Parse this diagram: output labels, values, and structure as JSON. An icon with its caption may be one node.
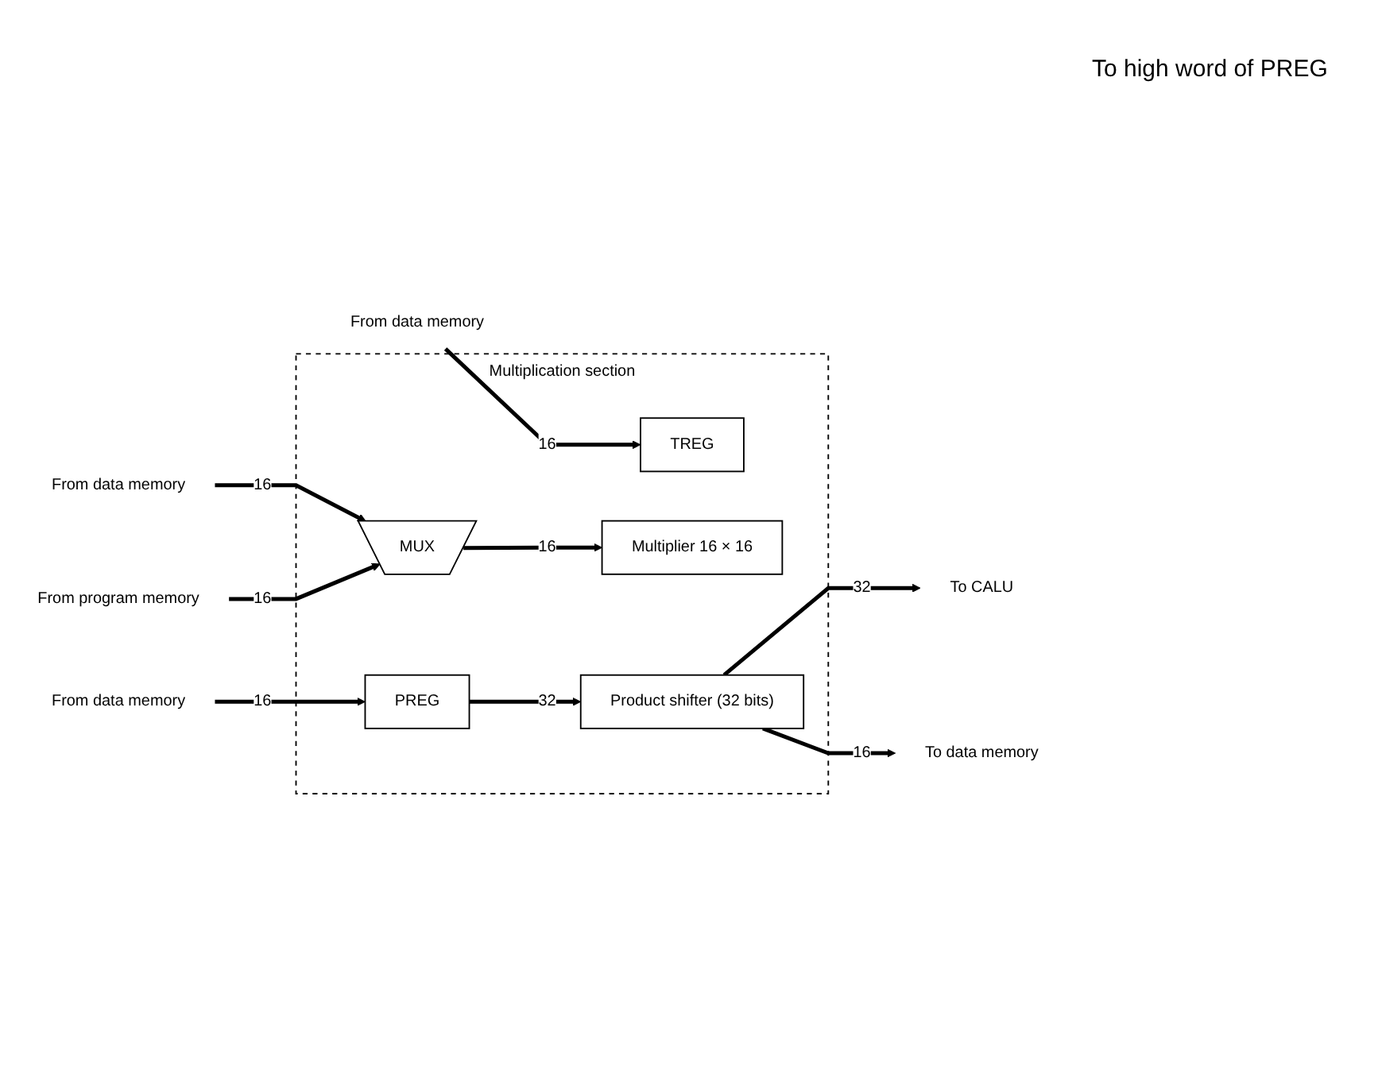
{
  "diagram": {
    "nodes": [
      {
        "text": [
          "Multiplication section"
        ]
      },
      {
        "text": [
          "TREG"
        ],
        "in": 0
      },
      {
        "text": [
          "Multiplier 16 × 16"
        ],
        "in": 0
      },
      {
        "text": [
          "PREG"
        ],
        "in": 0
      },
      {
        "text": [
          "MUX"
        ],
        "in": 0
      },
      {
        "text": [
          "Product shifter (32 bits)"
        ],
        "in": 0
      },
      {
        "text": [
          "From data memory"
        ]
      },
      {
        "text": [
          "From data memory"
        ]
      },
      {
        "text": [
          "From program memory"
        ]
      },
      {
        "text": [
          "From data memory"
        ]
      },
      {
        "text": [
          "To CALU"
        ]
      },
      {
        "text": [
          "To data memory"
        ]
      }
    ],
    "edges": [
      {
        "from": 6,
        "to": 1,
        "arrow": "to",
        "label": "16"
      },
      {
        "from": 7,
        "to": 4,
        "arrow": "to",
        "label": "16"
      },
      {
        "from": 8,
        "to": 4,
        "arrow": "to",
        "label": "16"
      },
      {
        "from": 4,
        "to": 2,
        "arrow": "to",
        "label": "16"
      },
      {
        "from": 9,
        "to": 3,
        "arrow": "to",
        "label": "16"
      },
      {
        "from": 3,
        "to": 5,
        "arrow": "to",
        "label": "32"
      },
      {
        "from": 5,
        "to": 10,
        "arrow": "to",
        "label": "32"
      },
      {
        "from": 5,
        "to": 11,
        "arrow": "to",
        "label": "16"
      }
    ],
    "labels": [
      "To high word of PREG"
    ]
  }
}
